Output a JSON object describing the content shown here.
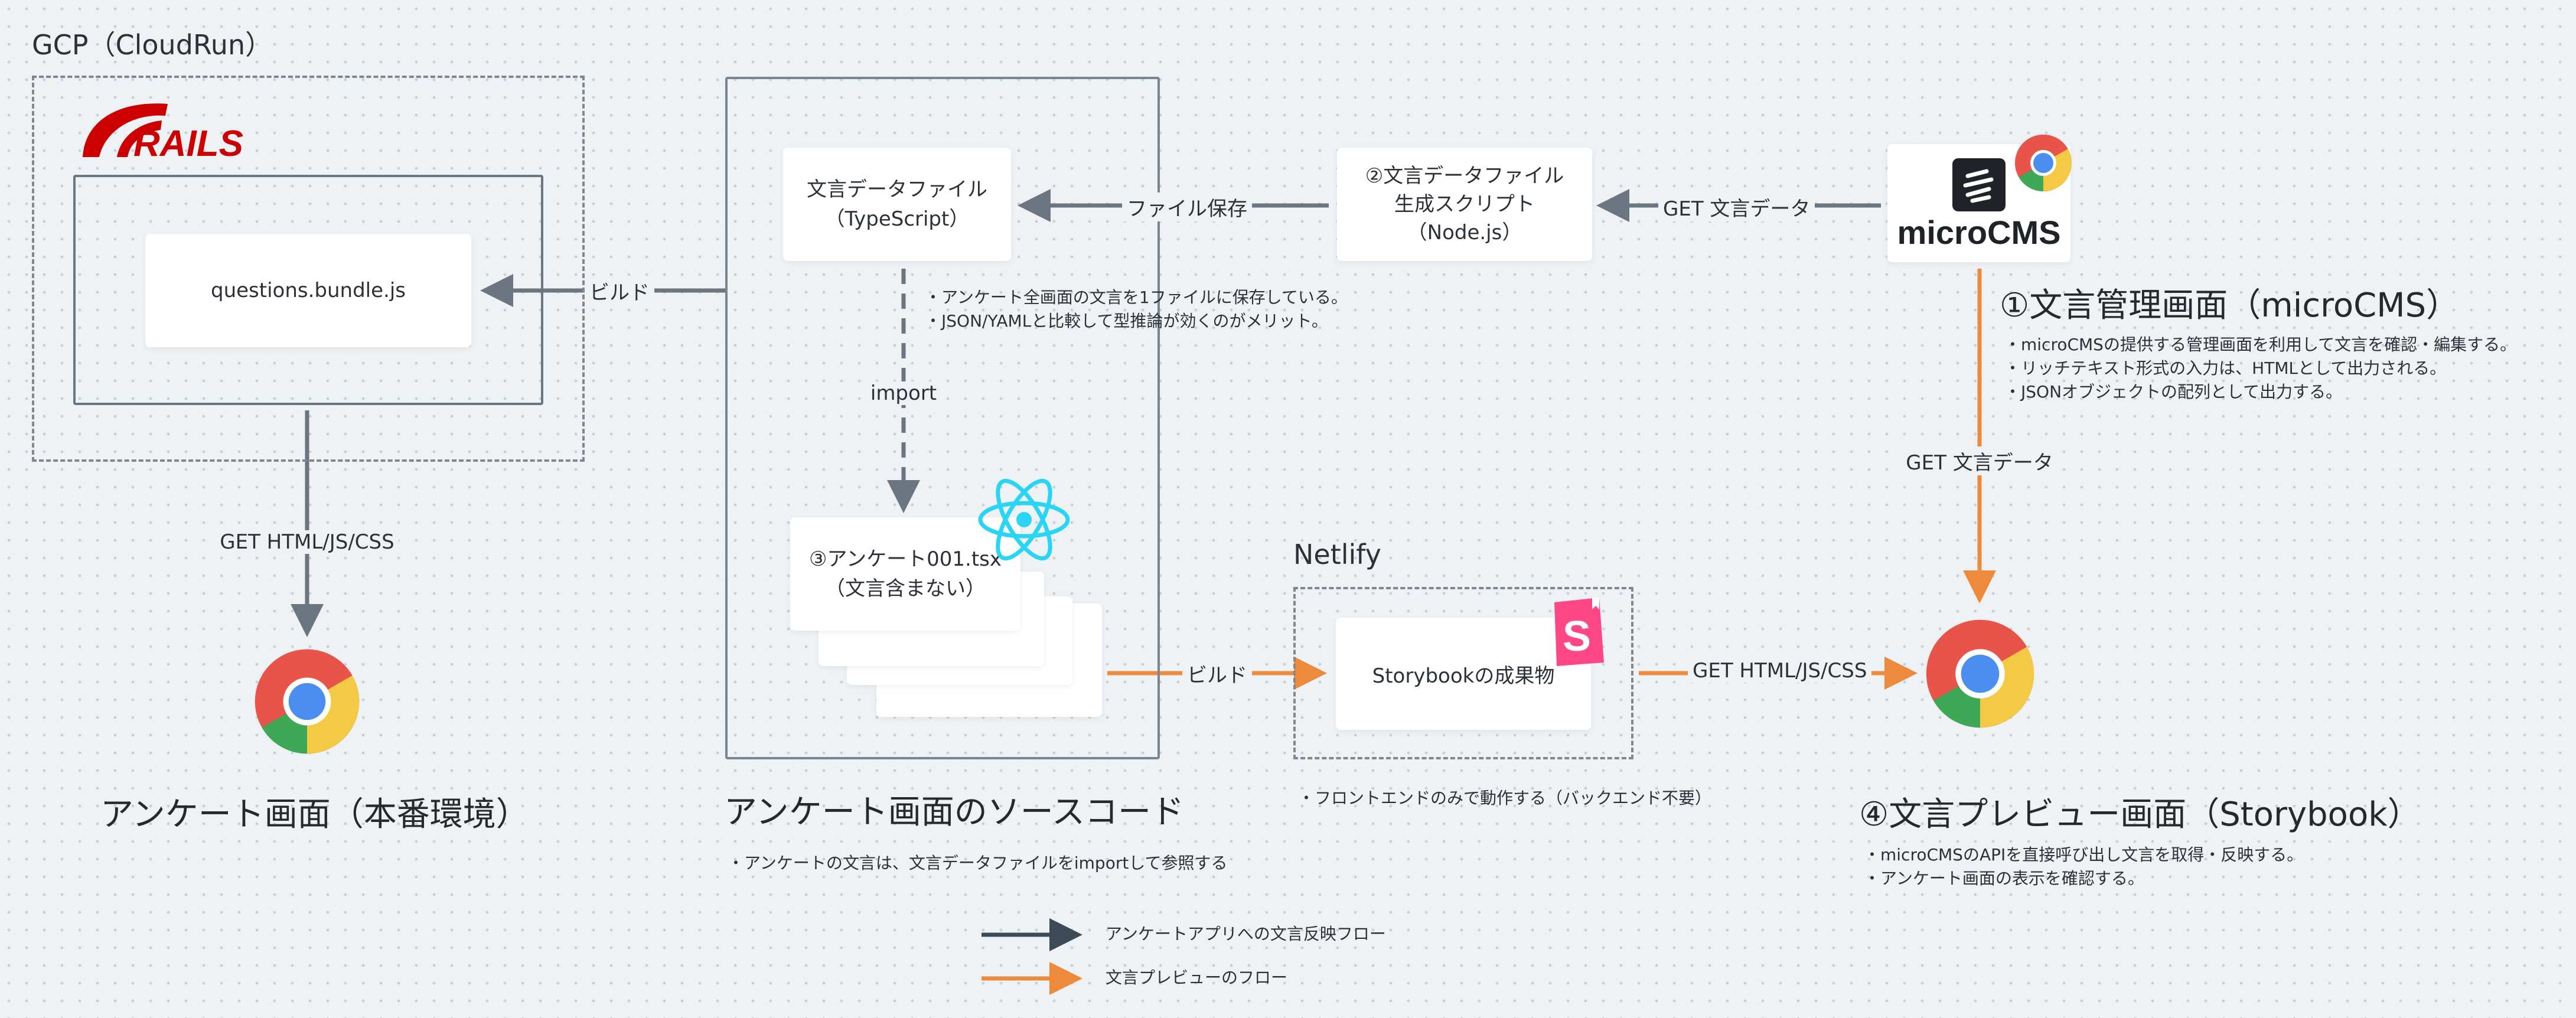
{
  "groups": {
    "gcp_label": "GCP（CloudRun）",
    "netlify_label": "Netlify"
  },
  "logos": {
    "rails": "RAILS",
    "microcms": "microCMS",
    "storybook_letter": "S"
  },
  "nodes": {
    "bundle": "questions.bundle.js",
    "wording_file_line1": "文言データファイル",
    "wording_file_line2": "（TypeScript）",
    "script_line1": "②文言データファイル",
    "script_line2": "生成スクリプト",
    "script_line3": "（Node.js）",
    "survey_tsx_line1": "③アンケート001.tsx",
    "survey_tsx_line2": "（文言含まない）",
    "storybook_output": "Storybookの成果物"
  },
  "edges": {
    "build_left": "ビルド",
    "save_file": "ファイル保存",
    "get_wording_top": "GET 文言データ",
    "get_wording_vertical": "GET 文言データ",
    "import": "import",
    "get_html_left": "GET HTML/JS/CSS",
    "build_right": "ビルド",
    "get_html_right": "GET HTML/JS/CSS"
  },
  "titles": {
    "survey_screen": "アンケート画面（本番環境）",
    "source_code": "アンケート画面のソースコード",
    "cms_screen": "①文言管理画面（microCMS）",
    "preview_screen": "④文言プレビュー画面（Storybook）"
  },
  "notes": {
    "wording_file": [
      "・アンケート全画面の文言を1ファイルに保存している。",
      "・JSON/YAMLと比較して型推論が効くのがメリット。"
    ],
    "cms": [
      "・microCMSの提供する管理画面を利用して文言を確認・編集する。",
      "・リッチテキスト形式の入力は、HTMLとして出力される。",
      "・JSONオブジェクトの配列として出力する。"
    ],
    "source_code": "・アンケートの文言は、文言データファイルをimportして参照する",
    "netlify": "・フロントエンドのみで動作する（バックエンド不要）",
    "preview": [
      "・microCMSのAPIを直接呼び出し文言を取得・反映する。",
      "・アンケート画面の表示を確認する。"
    ]
  },
  "legend": {
    "dark_label": "アンケートアプリへの文言反映フロー",
    "orange_label": "文言プレビューのフロー"
  },
  "colors": {
    "dark_flow": "#6b7681",
    "orange_flow": "#ee8a3c",
    "legend_dark": "#3d4a57",
    "rails_red": "#cc0000",
    "react_cyan": "#2ad4f5",
    "storybook_pink": "#ff4785",
    "chrome_red": "#e8534a",
    "chrome_yellow": "#f4c944",
    "chrome_green": "#3fa856",
    "chrome_blue": "#4a8ef0"
  },
  "icons": [
    "rails-logo",
    "microcms-logo",
    "chrome-icon",
    "react-icon",
    "storybook-icon"
  ]
}
